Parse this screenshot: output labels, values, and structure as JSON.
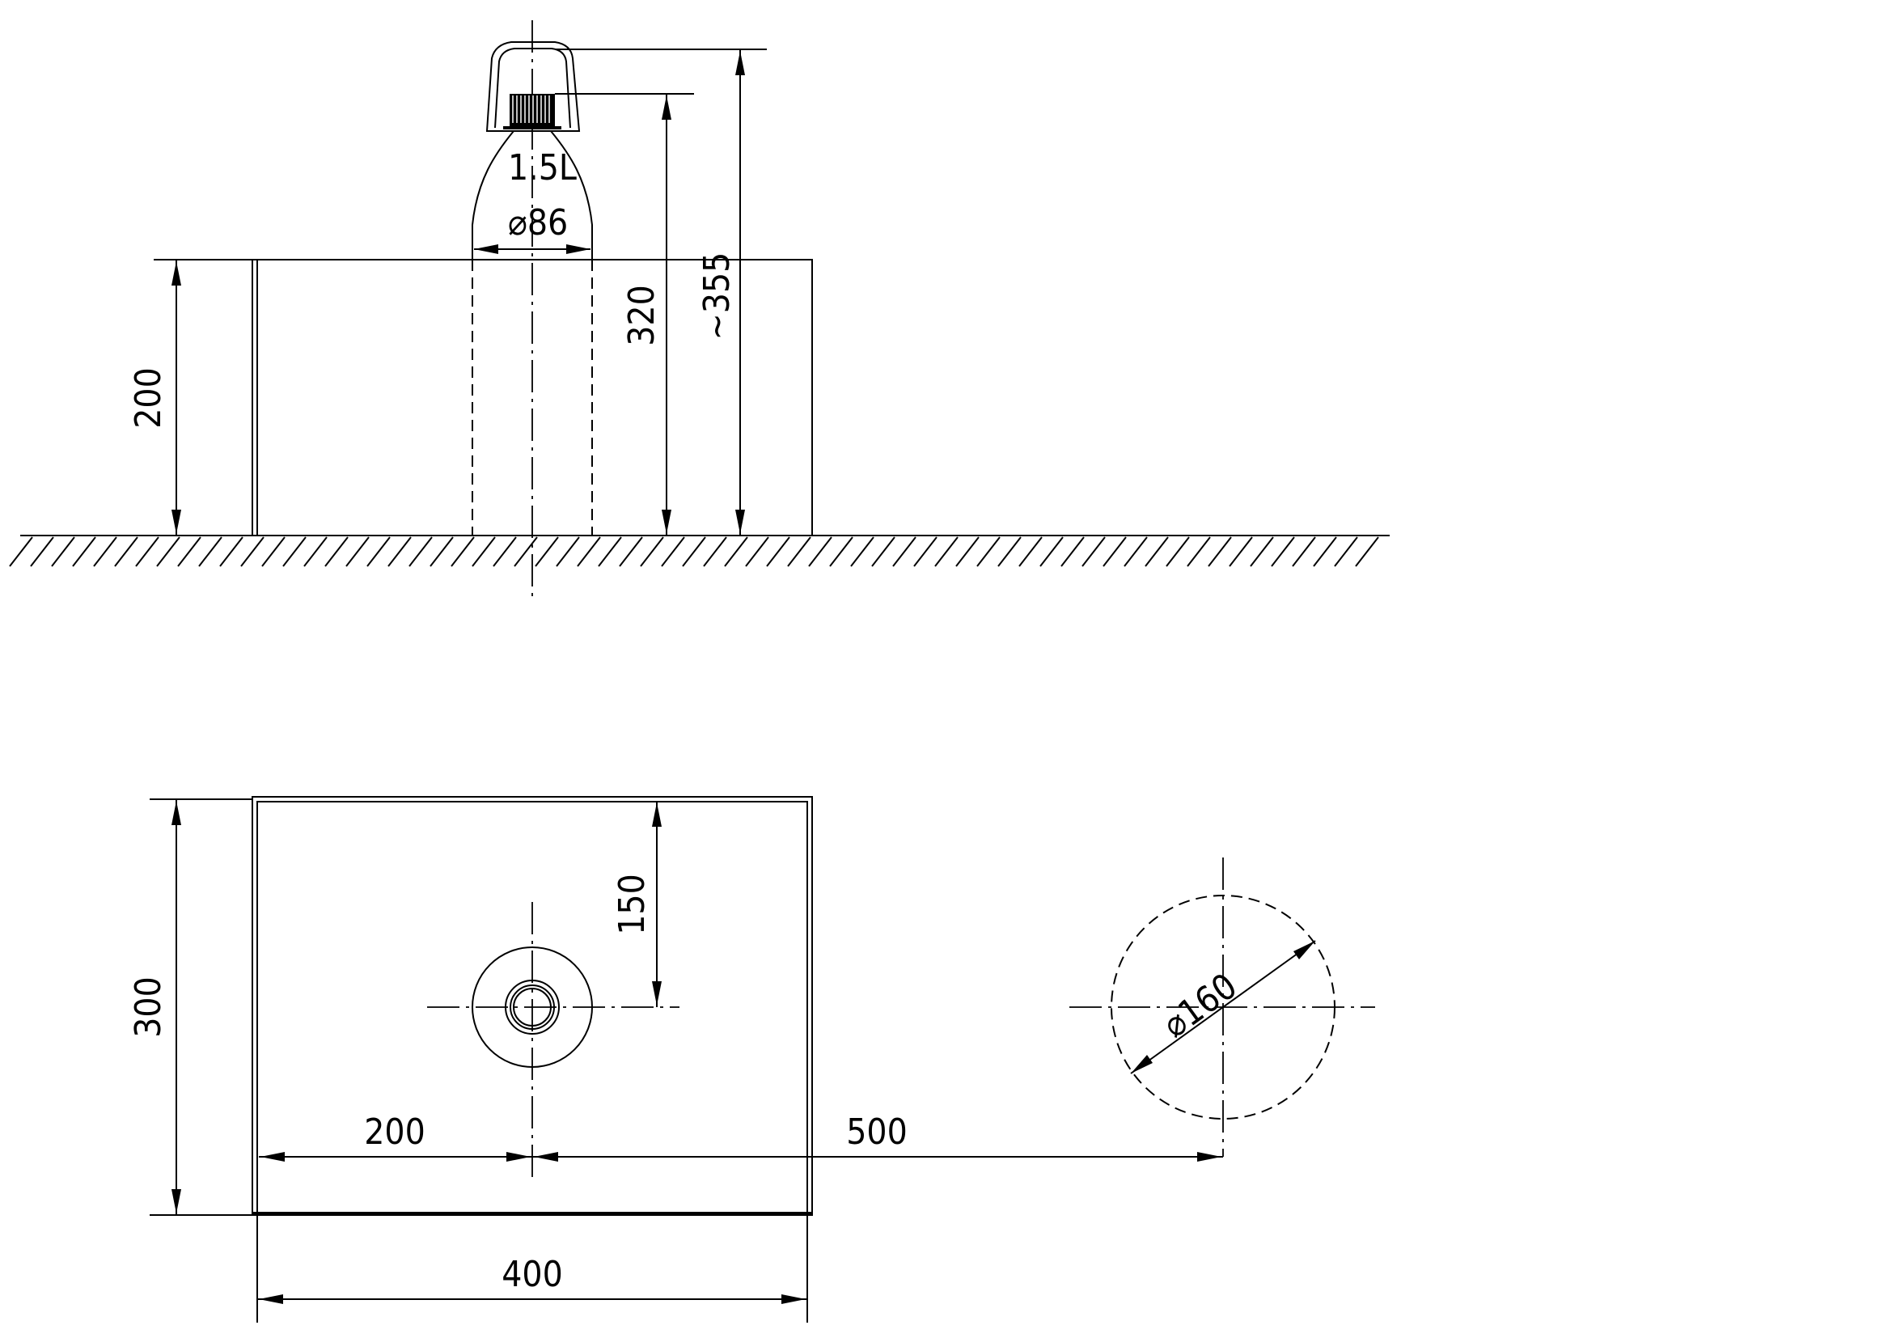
{
  "side_view": {
    "label_bottle_volume": "1.5L",
    "label_bottle_diameter": "⌀86",
    "dim_height": "200",
    "dim_bottle_top": "320",
    "dim_total": "~355"
  },
  "top_view": {
    "dim_depth": "300",
    "dim_center_offset": "150",
    "dim_center_x": "200",
    "dim_distance": "500",
    "dim_width": "400",
    "dim_clearance": "⌀160"
  }
}
